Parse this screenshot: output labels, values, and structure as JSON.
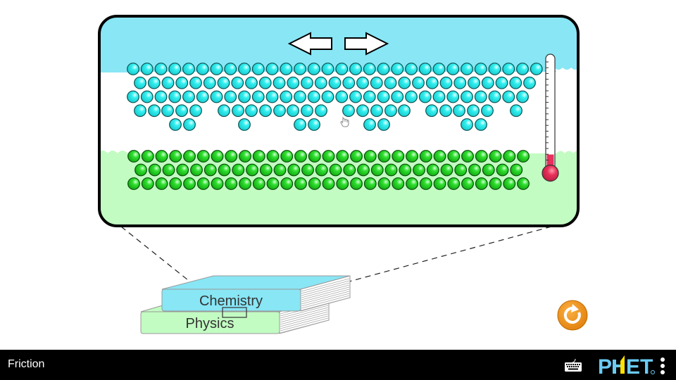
{
  "sim": {
    "title": "Friction",
    "colors": {
      "top_surface": "#88e6f5",
      "bottom_surface": "#c2fcc2",
      "top_atom": "#33ffff",
      "bottom_atom": "#22dd22",
      "thermo_fill": "#e8305a",
      "reset": "#f0900f",
      "nav_bg": "#000000",
      "phet_blue": "#6acbf3",
      "phet_yellow": "#fde100"
    }
  },
  "magnifier": {
    "arrows": [
      "left-arrow",
      "right-arrow"
    ],
    "top_atoms_rows": [
      {
        "start": 189,
        "count": 30
      },
      {
        "start": 199,
        "count": 29
      },
      {
        "start": 189,
        "count": 29
      },
      {
        "xs": [
          199,
          219,
          238,
          258,
          278,
          318,
          338,
          357,
          377,
          397,
          416,
          436,
          456,
          495,
          515,
          535,
          555,
          574,
          613,
          633,
          652,
          672,
          692,
          733
        ]
      },
      {
        "xs": [
          249,
          269,
          347,
          426,
          446,
          525,
          545,
          663,
          683
        ]
      }
    ],
    "bottom_atoms_rows": [
      {
        "start": 190,
        "count": 29
      },
      {
        "start": 200,
        "count": 28
      },
      {
        "start": 190,
        "count": 29
      }
    ],
    "thermometer": {
      "level": 0.12
    }
  },
  "books": {
    "top": {
      "label": "Chemistry"
    },
    "bottom": {
      "label": "Physics"
    }
  },
  "controls": {
    "reset_label": "reset-all"
  },
  "navbar": {
    "title": "Friction",
    "brand": "PhET",
    "icons": [
      "keyboard-icon",
      "phet-logo",
      "menu-icon"
    ]
  }
}
